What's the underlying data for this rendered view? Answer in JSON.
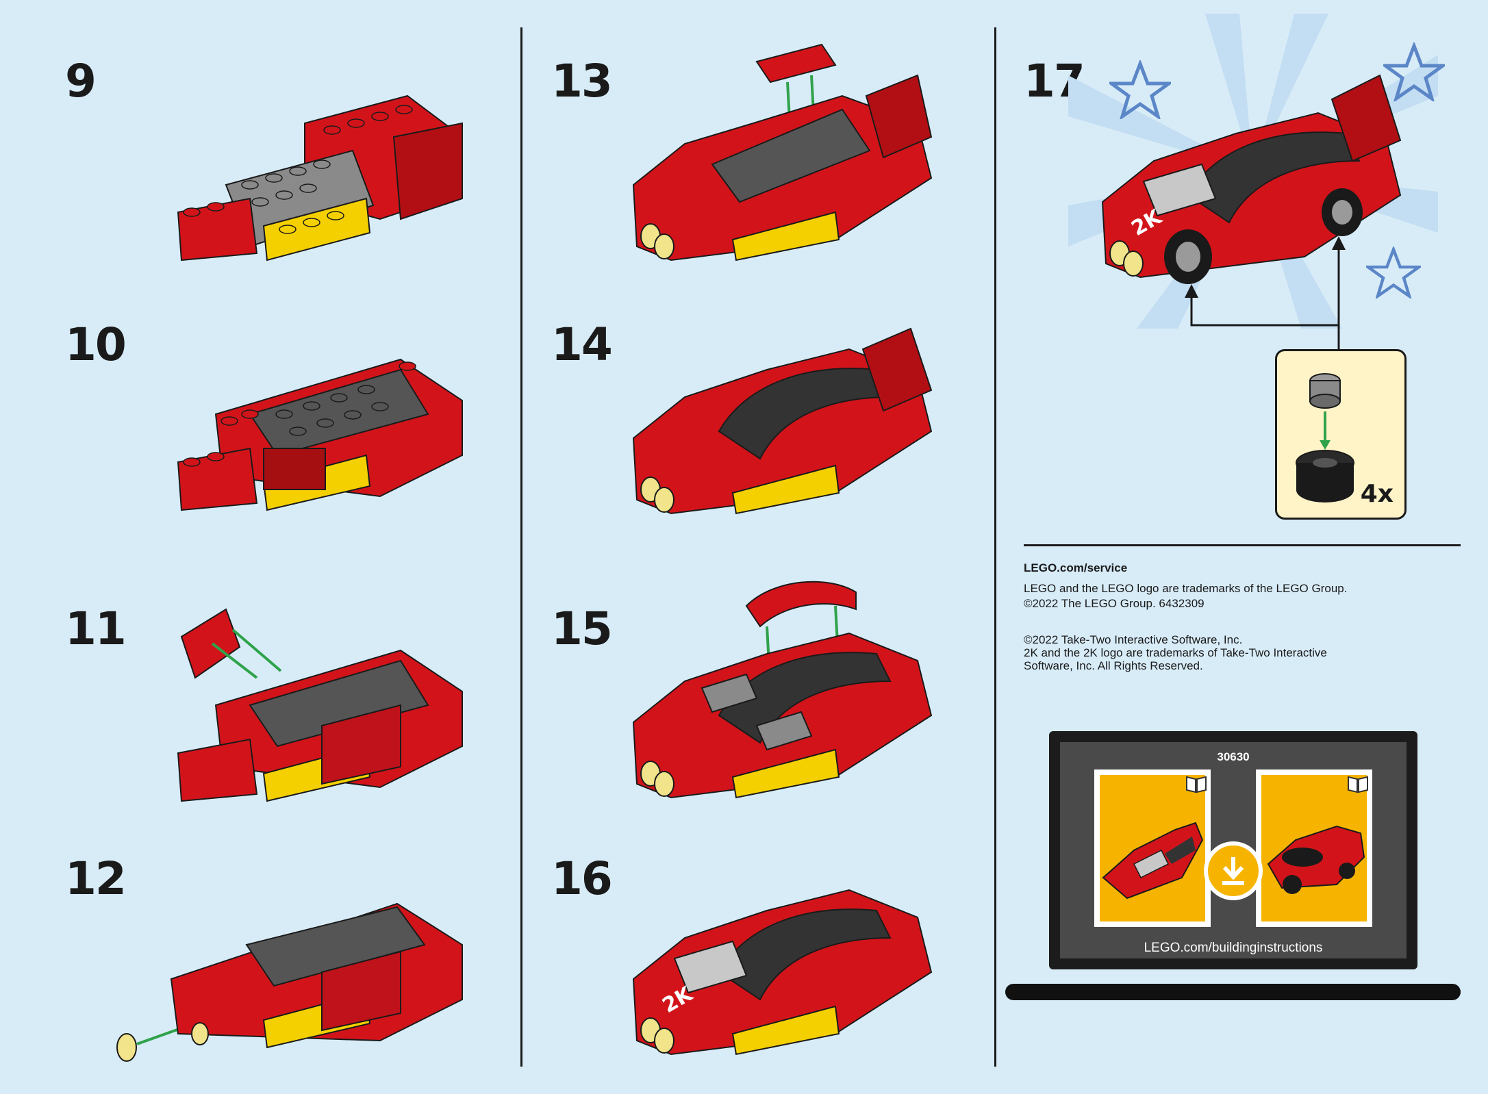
{
  "steps": [
    "9",
    "10",
    "11",
    "12",
    "13",
    "14",
    "15",
    "16",
    "17"
  ],
  "callout": {
    "count": "4x"
  },
  "legal": {
    "service": "LEGO.com/service",
    "line1": "LEGO and the LEGO logo are trademarks of the LEGO Group.",
    "line2": "©2022 The LEGO Group. 6432309",
    "line3": "©2022 Take-Two Interactive Software, Inc.",
    "line4": "2K and the 2K logo are trademarks of Take-Two Interactive",
    "line5": "Software, Inc. All Rights Reserved."
  },
  "laptop": {
    "set_number": "30630",
    "url": "LEGO.com/buildinginstructions"
  },
  "decal_text": "2K",
  "colors": {
    "background": "#d8ecf8",
    "brick_red": "#d2141a",
    "brick_gray": "#8a8a8a",
    "brick_yellow": "#f5d000",
    "arrow_green": "#2fa24a",
    "star_blue": "#5b86c7",
    "callout_bg": "#fff4c8"
  }
}
